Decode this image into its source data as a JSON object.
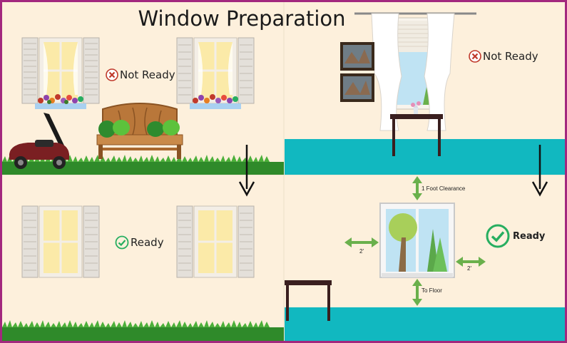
{
  "title": "Window Preparation",
  "panels": {
    "top_left": {
      "status": "Not Ready",
      "status_icon": "x-circle-icon"
    },
    "top_right": {
      "status": "Not Ready",
      "status_icon": "x-circle-icon"
    },
    "bottom_left": {
      "status": "Ready",
      "status_icon": "check-circle-icon"
    },
    "bottom_right": {
      "status": "Ready",
      "status_icon": "check-circle-icon"
    }
  },
  "annotations": {
    "clearance_top": "1 Foot Clearance",
    "left_gap": "2'",
    "right_gap": "2'",
    "to_floor": "To Floor"
  },
  "colors": {
    "border": "#a3287e",
    "background": "#fdf0dc",
    "grass": "#2f8a2a",
    "floor": "#11b8c0",
    "arrow_green": "#6ab04c",
    "not_ready": "#c0392b",
    "ready": "#27ae60"
  }
}
